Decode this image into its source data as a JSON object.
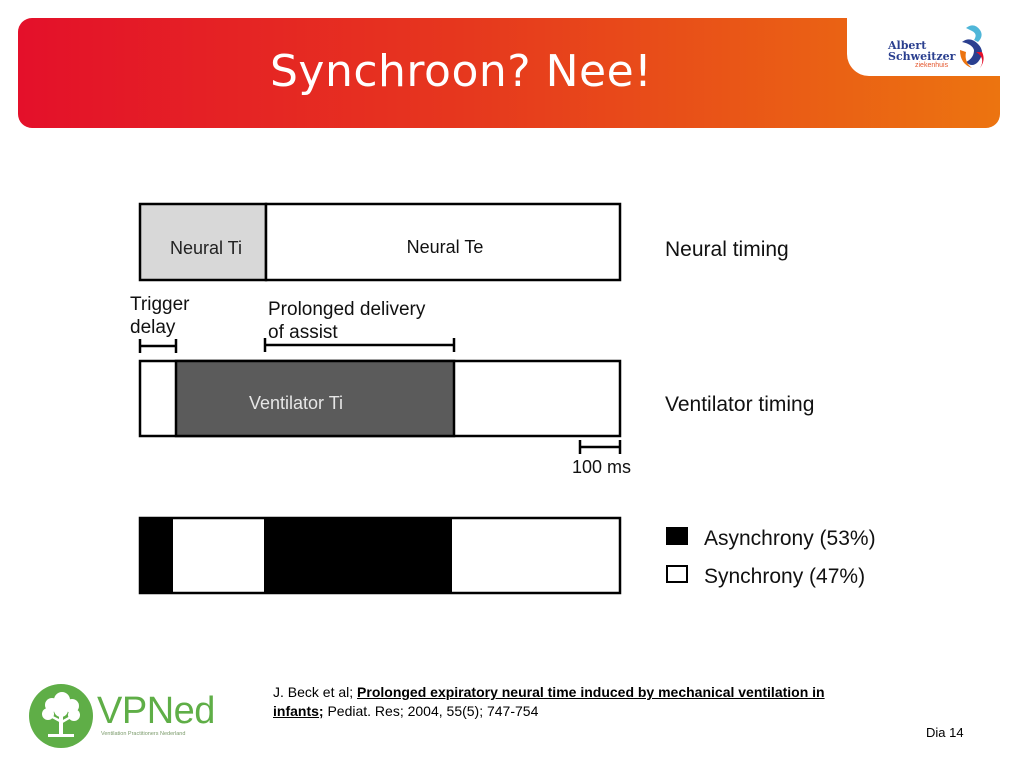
{
  "header": {
    "title": "Synchroon? Nee!",
    "colors": {
      "gradient_start": "#e4102a",
      "gradient_end": "#ec7410"
    }
  },
  "hospital_logo": {
    "name_line1": "Albert",
    "name_line2": "Schweitzer",
    "subtitle": "ziekenhuis",
    "icon": "albert-schweitzer-emblem-icon"
  },
  "diagram": {
    "neural_bar": {
      "ti_label": "Neural Ti",
      "te_label": "Neural Te",
      "side_label": "Neural timing"
    },
    "annotations": {
      "trigger_delay_line1": "Trigger",
      "trigger_delay_line2": "delay",
      "prolonged_line1": "Prolonged delivery",
      "prolonged_line2": "of assist",
      "scale": "100 ms"
    },
    "ventilator_bar": {
      "ti_label": "Ventilator Ti",
      "side_label": "Ventilator timing"
    },
    "legend": {
      "asynchrony": "Asynchrony (53%)",
      "synchrony": "Synchrony (47%)"
    },
    "colors": {
      "neural_ti": "#d8d8d8",
      "ventilator_ti": "#5b5b5b",
      "asynchrony": "#000000",
      "synchrony": "#ffffff"
    }
  },
  "citation": {
    "authors": "J. Beck et al; ",
    "title_link": "Prolonged expiratory neural time induced by mechanical ventilation in infants;",
    "journal": " Pediat. Res; 2004, 55(5); 747-754"
  },
  "footer": {
    "slide_number": "Dia 14",
    "vpned_name": "VPNed",
    "vpned_tagline": "Ventilation Practitioners Nederland",
    "vpned_icon": "tree-icon"
  }
}
